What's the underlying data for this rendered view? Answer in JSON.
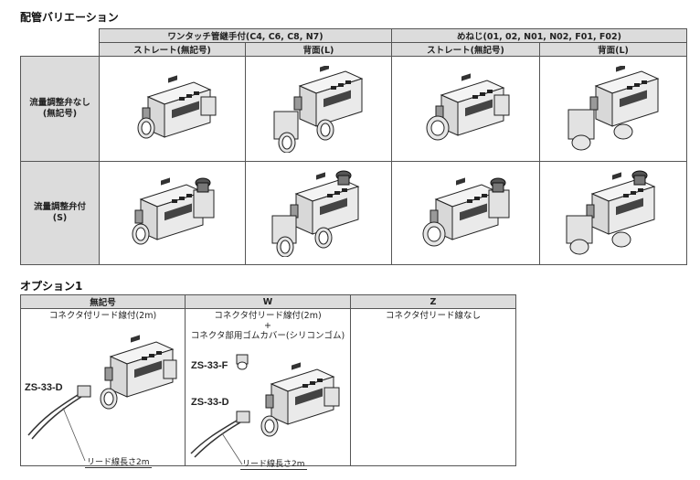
{
  "piping": {
    "title": "配管バリエーション",
    "group1": "ワンタッチ管継手付(C4, C6, C8, N7)",
    "group2": "めねじ(01, 02, N01, N02, F01, F02)",
    "sub_straight": "ストレート(無記号)",
    "sub_back": "背面(L)",
    "row1_line1": "流量調整弁なし",
    "row1_line2": "(無記号)",
    "row2_line1": "流量調整弁付",
    "row2_line2": "(S)"
  },
  "options": {
    "title": "オプション1",
    "col1_header": "無記号",
    "col1_desc": "コネクタ付リード線付(2m)",
    "col1_part": "ZS-33-D",
    "col1_lead": "リード線長さ2m",
    "col2_header": "W",
    "col2_desc1": "コネクタ付リード線付(2m)",
    "col2_plus": "+",
    "col2_desc2": "コネクタ部用ゴムカバー(シリコンゴム)",
    "col2_part_f": "ZS-33-F",
    "col2_part_d": "ZS-33-D",
    "col2_lead": "リード線長さ2m",
    "col3_header": "Z",
    "col3_desc": "コネクタ付リード線なし"
  }
}
